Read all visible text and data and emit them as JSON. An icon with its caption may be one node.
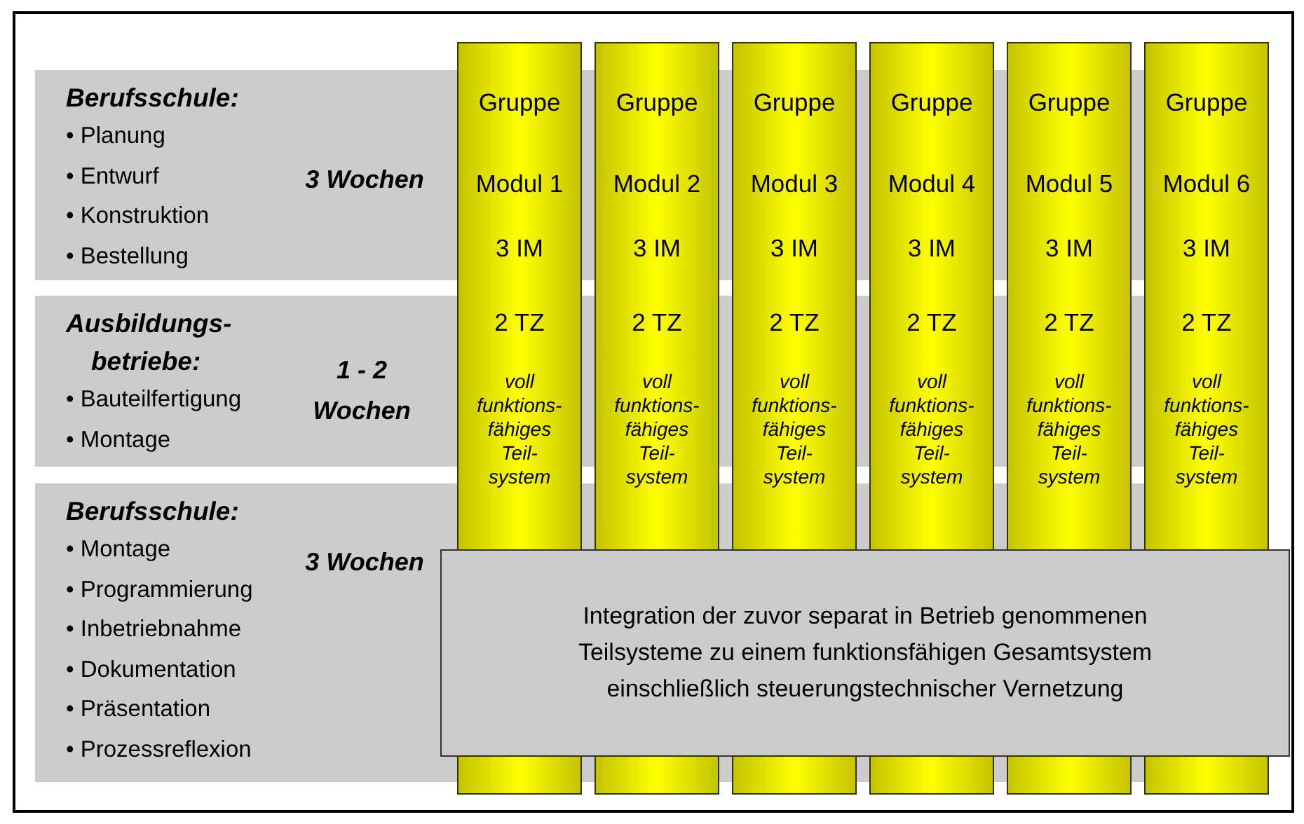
{
  "diagram": {
    "nodes": [
      {
        "text": [
          "**Berufsschule**:",
          "• Planung",
          "• Entwurf",
          "• Konstruktion",
          "• Bestellung",
          "3 Wochen"
        ]
      },
      {
        "text": [
          "**Ausbildungs- betriebe**:",
          "• Bauteilfertigung",
          "• Montage",
          "1 - 2 Wochen"
        ]
      },
      {
        "text": [
          "**Berufsschule**:",
          "• Montage",
          "• Programmierung",
          "• Inbetriebnahme",
          "• Dokumentation",
          "• Präsentation",
          "• Prozessreflexion",
          "3 Wochen"
        ]
      },
      {
        "text": [
          "Gruppe",
          "Modul 1",
          "3 IM",
          "2 TZ",
          "voll funktions- fähiges Teil- system"
        ]
      },
      {
        "text": [
          "Gruppe",
          "Modul 2",
          "3 IM",
          "2 TZ",
          "voll funktions- fähiges Teil- system"
        ]
      },
      {
        "text": [
          "Gruppe",
          "Modul 3",
          "3 IM",
          "2 TZ",
          "voll funktions- fähiges Teil- system"
        ]
      },
      {
        "text": [
          "Gruppe",
          "Modul 4",
          "3 IM",
          "2 TZ",
          "voll funktions- fähiges Teil- system"
        ]
      },
      {
        "text": [
          "Gruppe",
          "Modul 5",
          "3 IM",
          "2 TZ",
          "voll funktions- fähiges Teil- system"
        ]
      },
      {
        "text": [
          "Gruppe",
          "Modul 6",
          "3 IM",
          "2 TZ",
          "voll funktions- fähiges Teil- system"
        ]
      },
      {
        "text": [
          "Integration der zuvor separat in Betrieb genommenen Teilsysteme zu einem funktionsfähigen Gesamtsystem einschließlich steuerungstechnischer Vernetzung"
        ]
      },
      {
        "text": [],
        "shape": "bar"
      },
      {
        "text": [],
        "shape": "bar"
      },
      {
        "text": [],
        "shape": "bar"
      },
      {
        "text": [],
        "shape": "bar"
      },
      {
        "text": [],
        "shape": "bar"
      },
      {
        "text": [],
        "shape": "bar"
      }
    ]
  }
}
